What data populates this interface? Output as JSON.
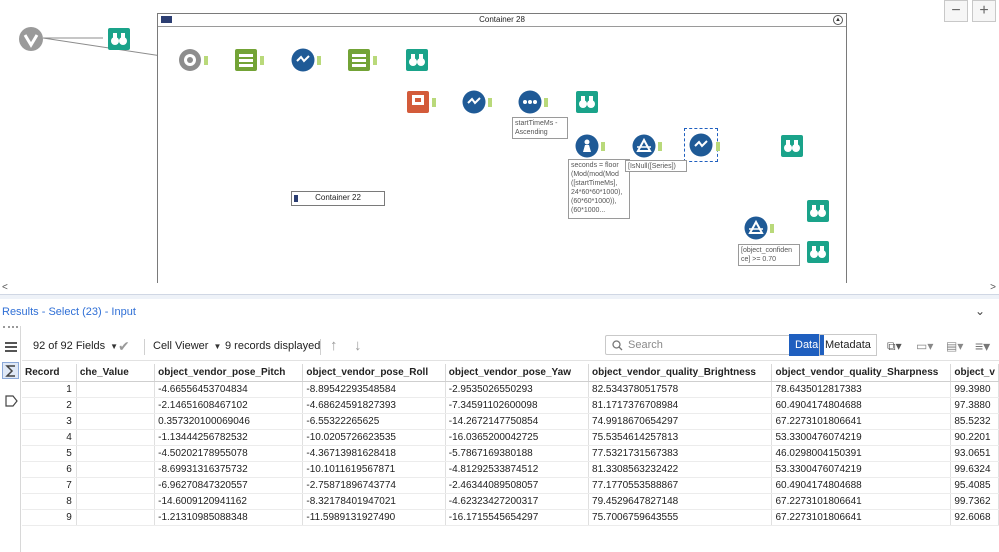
{
  "canvas": {
    "container_main_title": "Container 28",
    "container_inner_title": "Container 22",
    "annotations": {
      "sort": "startTimeMs -\nAscending",
      "formula": "seconds = floor\n(Mod(mod(Mod\n([startTimeMs],\n24*60*60*1000),\n(60*60*1000)),\n(60*1000...",
      "filter1": "[IsNull([Series])",
      "filter2": "[object_confiden\nce] >= 0.70"
    },
    "zoom_out": "−",
    "zoom_in": "+",
    "colors": {
      "browse": "#1aa38a",
      "select": "#73a336",
      "join": "#2b5c9b",
      "formula": "#2b5c9b",
      "data_cleanse": "#1f5a96",
      "parse": "#d35b3a",
      "input": "#8a8a8a",
      "wire_selected": "#3a3adb"
    }
  },
  "results": {
    "title": "Results - Select (23) - Input",
    "fields_label": "92 of 92 Fields",
    "cell_viewer_label": "Cell Viewer",
    "records_label": "9 records displayed",
    "search_placeholder": "Search",
    "data_tab": "Data",
    "metadata_tab": "Metadata",
    "columns": [
      "Record",
      "che_Value",
      "object_vendor_pose_Pitch",
      "object_vendor_pose_Roll",
      "object_vendor_pose_Yaw",
      "object_vendor_quality_Brightness",
      "object_vendor_quality_Sharpness",
      "object_v"
    ],
    "rows": [
      [
        "1",
        "",
        "-4.66556453704834",
        "-8.89542293548584",
        "-2.9535026550293",
        "82.5343780517578",
        "78.6435012817383",
        "99.3980"
      ],
      [
        "2",
        "",
        "-2.14651608467102",
        "-4.68624591827393",
        "-7.34591102600098",
        "81.1717376708984",
        "60.4904174804688",
        "97.3880"
      ],
      [
        "3",
        "",
        "0.357320100069046",
        "-6.55322265625",
        "-14.2672147750854",
        "74.9918670654297",
        "67.2273101806641",
        "85.5232"
      ],
      [
        "4",
        "",
        "-1.13444256782532",
        "-10.0205726623535",
        "-16.0365200042725",
        "75.5354614257813",
        "53.3300476074219",
        "90.2201"
      ],
      [
        "5",
        "",
        "-4.50202178955078",
        "-4.36713981628418",
        "-5.7867169380188",
        "77.5321731567383",
        "46.0298004150391",
        "93.0651"
      ],
      [
        "6",
        "",
        "-8.69931316375732",
        "-10.1011619567871",
        "-4.81292533874512",
        "81.3308563232422",
        "53.3300476074219",
        "99.6324"
      ],
      [
        "7",
        "",
        "-6.96270847320557",
        "-2.75871896743774",
        "-2.46344089508057",
        "77.1770553588867",
        "60.4904174804688",
        "95.4085"
      ],
      [
        "8",
        "",
        "-14.6009120941162",
        "-8.32178401947021",
        "-4.62323427200317",
        "79.4529647827148",
        "67.2273101806641",
        "99.7362"
      ],
      [
        "9",
        "",
        "-1.21310985088348",
        "-11.5989131927490",
        "-16.1715545654297",
        "75.7006759643555",
        "67.2273101806641",
        "92.6068"
      ]
    ]
  }
}
